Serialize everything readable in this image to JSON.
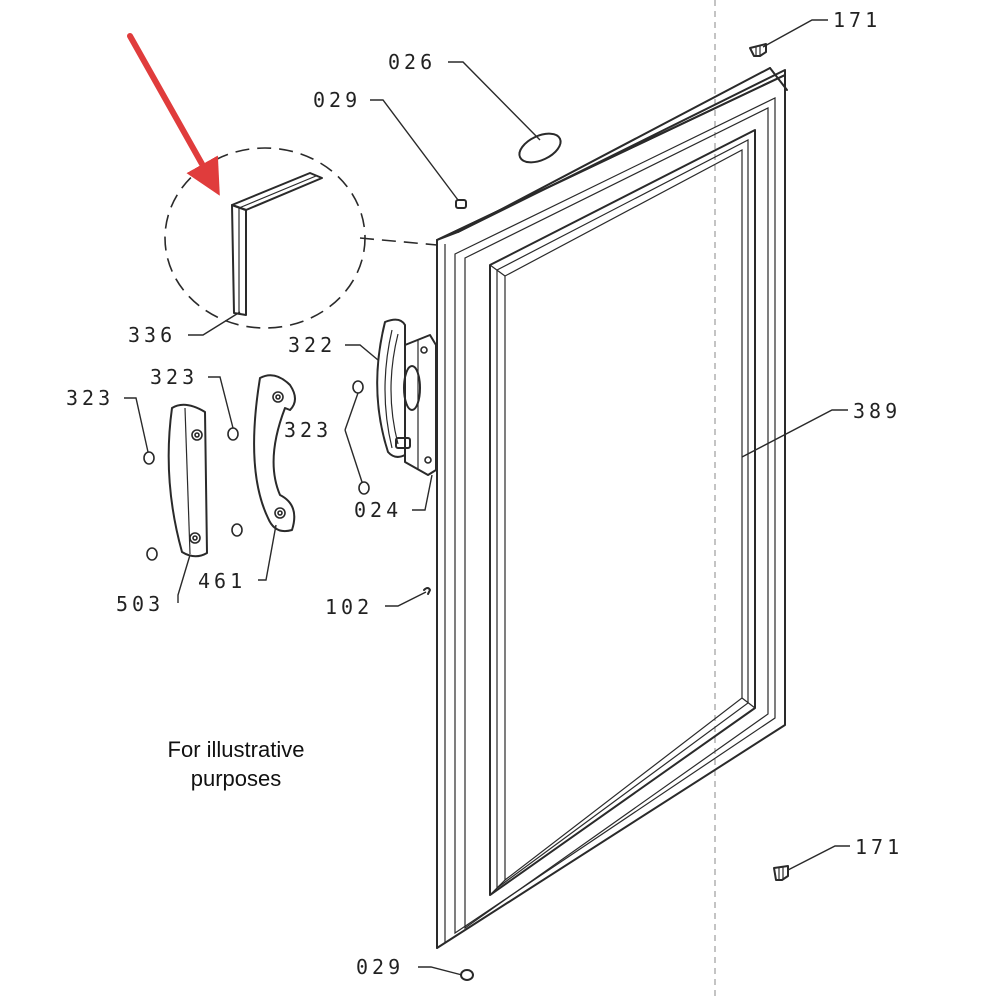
{
  "callouts": {
    "c171_top": "171",
    "c026": "026",
    "c029_top": "029",
    "c336": "336",
    "c322": "322",
    "c323_a": "323",
    "c323_b": "323",
    "c323_c": "323",
    "c389": "389",
    "c024": "024",
    "c503": "503",
    "c461": "461",
    "c102": "102",
    "c171_bottom": "171",
    "c029_bottom": "029"
  },
  "note": {
    "line1": "For illustrative",
    "line2": "purposes"
  },
  "highlight_color": "#e03c3c"
}
